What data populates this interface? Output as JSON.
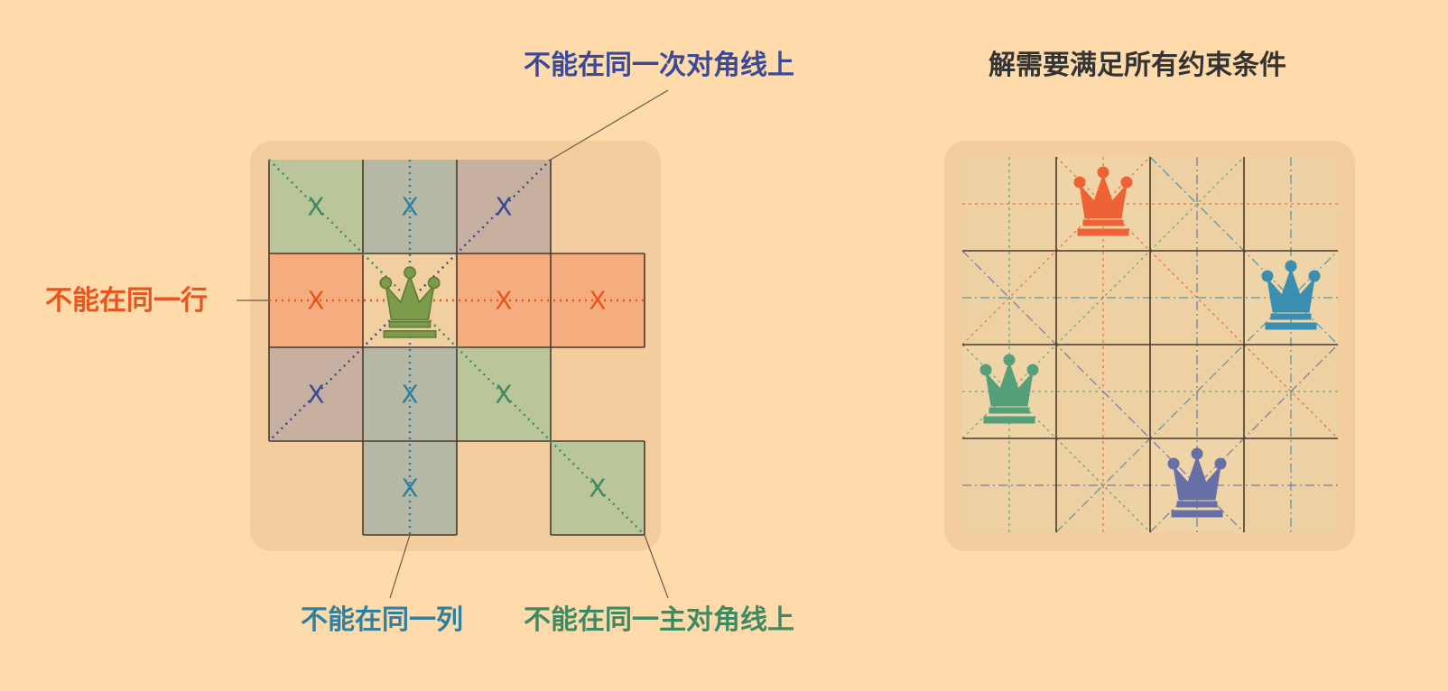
{
  "left_diagram": {
    "labels": {
      "row": "不能在同一行",
      "column": "不能在同一列",
      "main_diagonal": "不能在同一主对角线上",
      "anti_diagonal": "不能在同一次对角线上"
    },
    "x_mark": "X",
    "colors": {
      "row": "#E9551E",
      "column": "#2F7FA0",
      "main_diagonal": "#3E8A62",
      "anti_diagonal": "#3A4A96",
      "queen": "#7C9A4A"
    }
  },
  "right_diagram": {
    "title": "解需要满足所有约束条件",
    "queens": [
      {
        "row": 0,
        "col": 1,
        "color": "#EE6336"
      },
      {
        "row": 1,
        "col": 3,
        "color": "#3A8FB0"
      },
      {
        "row": 2,
        "col": 0,
        "color": "#55A07A"
      },
      {
        "row": 3,
        "col": 2,
        "color": "#6670A6"
      }
    ]
  }
}
